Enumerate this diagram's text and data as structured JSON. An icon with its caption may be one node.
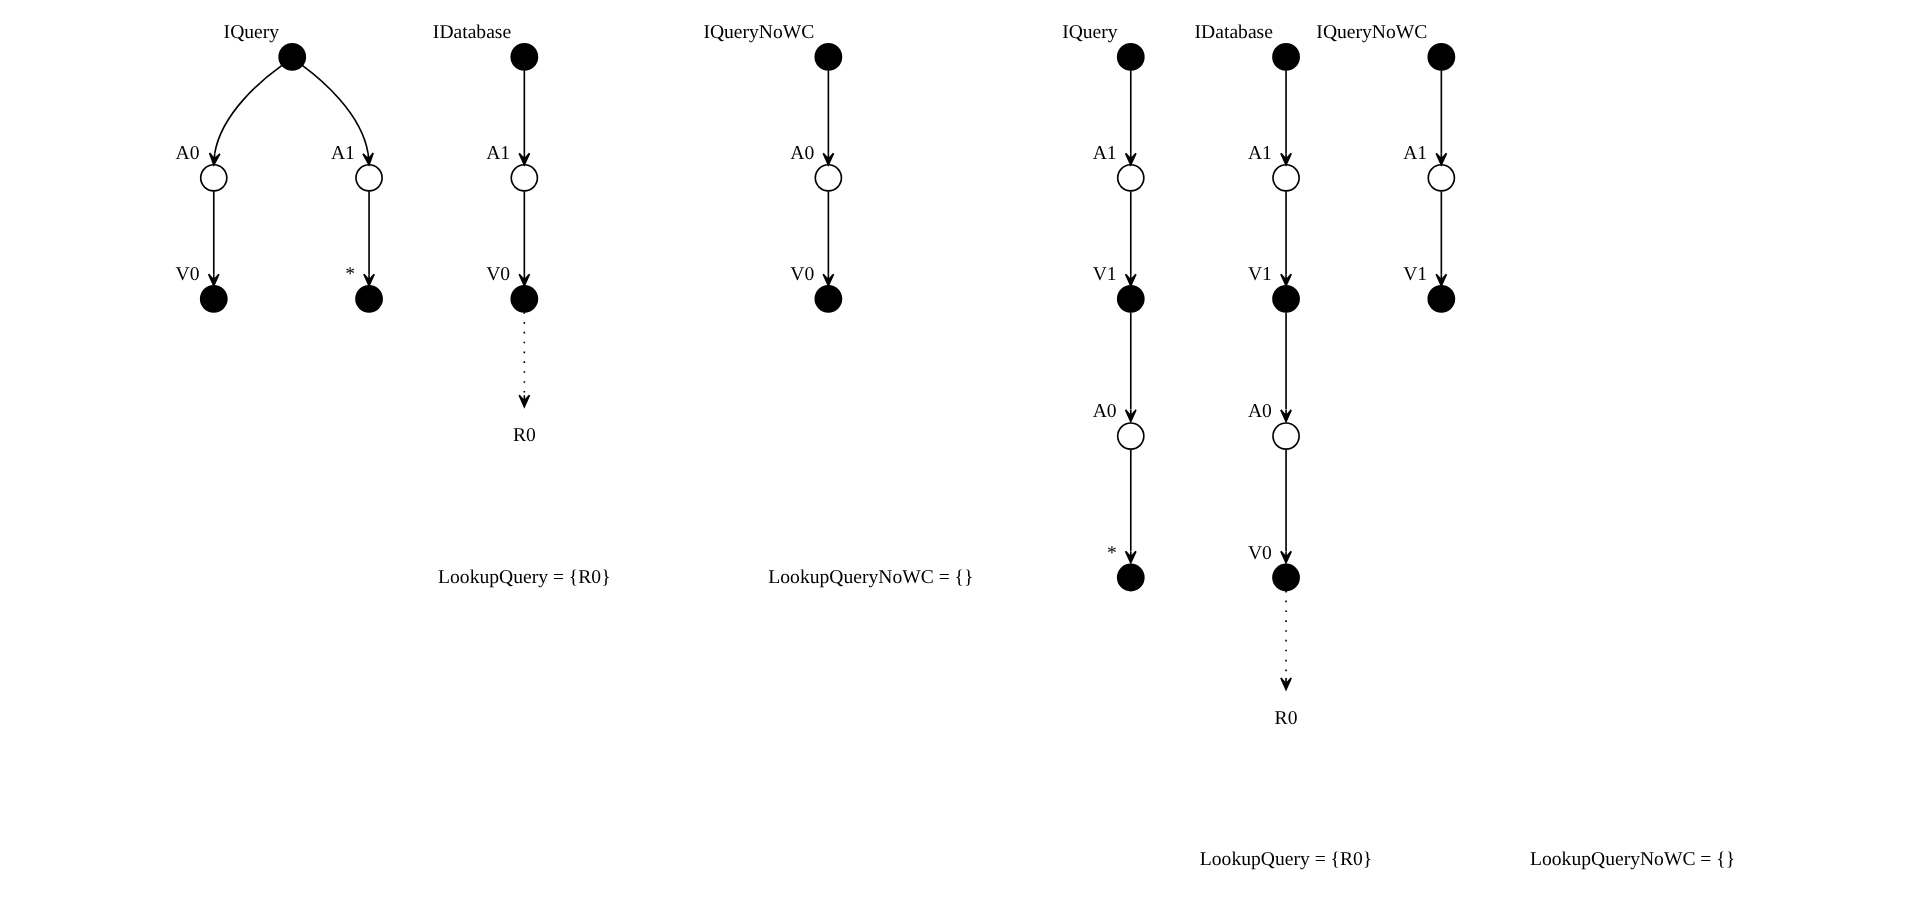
{
  "diagram": {
    "nodes": [
      {
        "text": [],
        "shape": "circle",
        "beside": [
          "IQuery"
        ]
      },
      {
        "text": [],
        "shape": "circle",
        "beside": [
          "A0"
        ]
      },
      {
        "text": [],
        "shape": "circle",
        "beside": [
          "A1"
        ]
      },
      {
        "text": [],
        "shape": "circle",
        "beside": [
          "V0"
        ]
      },
      {
        "text": [],
        "shape": "circle",
        "beside": [
          "*"
        ]
      },
      {
        "text": [],
        "shape": "circle",
        "beside": [
          "IDatabase"
        ]
      },
      {
        "text": [],
        "shape": "circle",
        "beside": [
          "A1"
        ]
      },
      {
        "text": [],
        "shape": "circle",
        "beside": [
          "V0"
        ]
      },
      {
        "text": [
          "R0"
        ]
      },
      {
        "text": [],
        "shape": "circle",
        "beside": [
          "IQueryNoWC"
        ]
      },
      {
        "text": [],
        "shape": "circle",
        "beside": [
          "A0"
        ]
      },
      {
        "text": [],
        "shape": "circle",
        "beside": [
          "V0"
        ]
      },
      {
        "text": [],
        "shape": "circle",
        "beside": [
          "IQuery"
        ]
      },
      {
        "text": [],
        "shape": "circle",
        "beside": [
          "A1"
        ]
      },
      {
        "text": [],
        "shape": "circle",
        "beside": [
          "V1"
        ]
      },
      {
        "text": [],
        "shape": "circle",
        "beside": [
          "A0"
        ]
      },
      {
        "text": [],
        "shape": "circle",
        "beside": [
          "*"
        ]
      },
      {
        "text": [],
        "shape": "circle",
        "beside": [
          "IDatabase"
        ]
      },
      {
        "text": [],
        "shape": "circle",
        "beside": [
          "A1"
        ]
      },
      {
        "text": [],
        "shape": "circle",
        "beside": [
          "V1"
        ]
      },
      {
        "text": [],
        "shape": "circle",
        "beside": [
          "A0"
        ]
      },
      {
        "text": [],
        "shape": "circle",
        "beside": [
          "V0"
        ]
      },
      {
        "text": [
          "R0"
        ]
      },
      {
        "text": [],
        "shape": "circle",
        "beside": [
          "IQueryNoWC"
        ]
      },
      {
        "text": [],
        "shape": "circle",
        "beside": [
          "A1"
        ]
      },
      {
        "text": [],
        "shape": "circle",
        "beside": [
          "V1"
        ]
      }
    ],
    "edges": [
      {
        "from": 0,
        "to": 1,
        "arrow": "to"
      },
      {
        "from": 0,
        "to": 2,
        "arrow": "to"
      },
      {
        "from": 1,
        "to": 3,
        "arrow": "to"
      },
      {
        "from": 2,
        "to": 4,
        "arrow": "to"
      },
      {
        "from": 5,
        "to": 6,
        "arrow": "to"
      },
      {
        "from": 6,
        "to": 7,
        "arrow": "to"
      },
      {
        "from": 7,
        "to": 8,
        "arrow": "to",
        "style": "dashed"
      },
      {
        "from": 9,
        "to": 10,
        "arrow": "to"
      },
      {
        "from": 10,
        "to": 11,
        "arrow": "to"
      },
      {
        "from": 12,
        "to": 13,
        "arrow": "to"
      },
      {
        "from": 13,
        "to": 14,
        "arrow": "to"
      },
      {
        "from": 14,
        "to": 15,
        "arrow": "to"
      },
      {
        "from": 15,
        "to": 16,
        "arrow": "to"
      },
      {
        "from": 17,
        "to": 18,
        "arrow": "to"
      },
      {
        "from": 18,
        "to": 19,
        "arrow": "to"
      },
      {
        "from": 19,
        "to": 20,
        "arrow": "to"
      },
      {
        "from": 20,
        "to": 21,
        "arrow": "to"
      },
      {
        "from": 21,
        "to": 22,
        "arrow": "to",
        "style": "dashed"
      },
      {
        "from": 23,
        "to": 24,
        "arrow": "to"
      },
      {
        "from": 24,
        "to": 25,
        "arrow": "to"
      }
    ],
    "labels": [
      "LookupQuery = {R0}",
      "LookupQueryNoWC = {}",
      "LookupQuery = {R0}",
      "LookupQueryNoWC = {}"
    ]
  }
}
